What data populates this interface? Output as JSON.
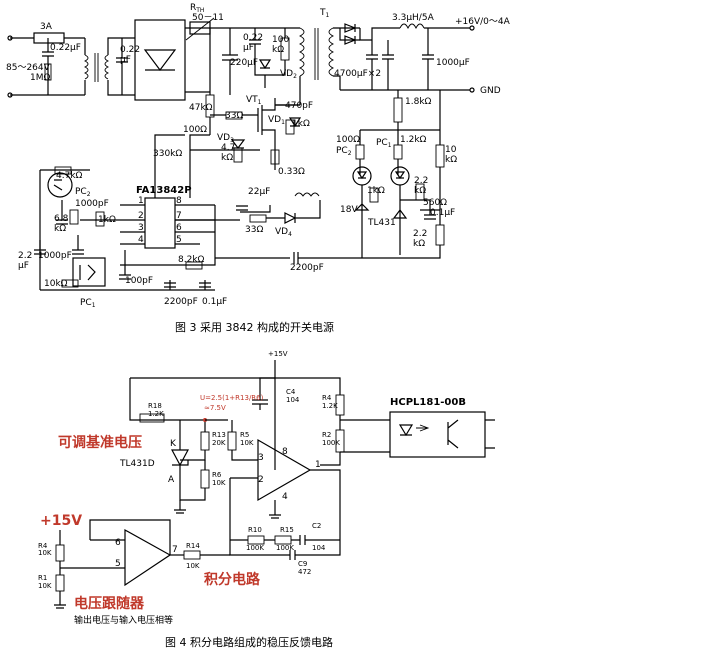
{
  "fig3": {
    "caption": "图 3 采用 3842 构成的开关电源",
    "labels": {
      "fuse": "3A",
      "c_in": "0.22μF",
      "vin": "85～264V",
      "r_1m": "1MΩ",
      "c_022b": "0.22\nμF",
      "rth": "R",
      "rth_sub": "TH",
      "rth_val": "50－11",
      "c_022c": "0.22",
      "c_022c2": "μF",
      "r_100k_a": "100",
      "r_100k_a2": "kΩ",
      "c_220": "220μF",
      "vd2": "VD",
      "vd2_sub": "2",
      "t1": "T",
      "t1_sub": "1",
      "l_out": "3.3μH/5A",
      "vout": "+16V/0～4A",
      "c_4700": "4700μF×2",
      "c_1000": "1000μF",
      "gnd": "GND",
      "r_47k": "47kΩ",
      "vt1": "VT",
      "vt1_sub": "1",
      "c_470": "470pF",
      "r_18k": "1.8kΩ",
      "r_33a": "33Ω",
      "vd1": "VD",
      "vd1_sub": "1",
      "r_1k_a": "1kΩ",
      "r_100a": "100Ω",
      "vd3": "VD",
      "vd3_sub": "3",
      "r_47": "4.7",
      "r_47b": "kΩ",
      "r_330k": "330kΩ",
      "r_033": "0.33Ω",
      "r_100b": "100Ω",
      "pc2_a": "PC",
      "pc2_a_sub": "2",
      "pc1_a": "PC",
      "pc1_a_sub": "1",
      "r_12k": "1.2kΩ",
      "r_10k": "10",
      "r_10k2": "kΩ",
      "r_1k_b": "1kΩ",
      "r_47k_b": "4.7kΩ",
      "pc2_b": "PC",
      "pc2_b_sub": "2",
      "c_1000p": "1000pF",
      "ic": "FA13842P",
      "c_22u": "22μF",
      "z18": "18V",
      "r_22a": "2.2",
      "r_22a2": "kΩ",
      "r_560": "560Ω",
      "c_01": "0.1μF",
      "tl431": "TL431",
      "r_68": "6.8",
      "r_68b": "kΩ",
      "r_1k_c": "1kΩ",
      "r_33b": "33Ω",
      "vd4": "VD",
      "vd4_sub": "4",
      "r_22b": "2.2",
      "r_22b2": "kΩ",
      "c_22": "2.2",
      "c_22b": "μF",
      "c_1000p_b": "1000pF",
      "r_82k": "8.2kΩ",
      "c_2200p": "2200pF",
      "r_10k_b": "10kΩ",
      "c_100p": "100pF",
      "pc1_b": "PC",
      "pc1_b_sub": "1",
      "c_2200p_b": "2200pF",
      "c_01b": "0.1μF",
      "pins": [
        "8",
        "7",
        "6",
        "5",
        "1",
        "2",
        "3",
        "4"
      ]
    }
  },
  "fig4": {
    "caption": "图 4 积分电路组成的稳压反馈电路",
    "labels": {
      "vcc": "+15V",
      "c4": "C4",
      "c4v": "104",
      "r18": "R18",
      "r18v": "1.2K",
      "vref_eq": "U=2.5(1+R13/R6)",
      "vref_v": "≈7.5V",
      "r4b": "R4",
      "r4bv": "1.2K",
      "hcpl": "HCPL181-00B",
      "r13": "R13",
      "r13v": "20K",
      "r5": "R5",
      "r5v": "10K",
      "r2": "R2",
      "r2v": "100K",
      "adj_ref": "可调基准电压",
      "k": "K",
      "tl431d": "TL431D",
      "a": "A",
      "r6": "R6",
      "r6v": "10K",
      "p8": "8",
      "p3": "3",
      "p2": "2",
      "p1": "1",
      "p4": "4",
      "plus15": "+15V",
      "r10": "R10",
      "r10v": "100K",
      "r15": "R15",
      "r15v": "100K",
      "c2": "C2",
      "c2v": "104",
      "r4": "R4",
      "r4v": "10K",
      "p6": "6",
      "p5": "5",
      "p7": "7",
      "r14": "R14",
      "r14v": "10K",
      "c9": "C9",
      "c9v": "472",
      "integ": "积分电路",
      "r1": "R1",
      "r1v": "10K",
      "follower": "电压跟随器",
      "follower_desc": "输出电压与输入电压相等"
    }
  },
  "colors": {
    "annotation_red": "#c0392b",
    "line": "#000000"
  }
}
